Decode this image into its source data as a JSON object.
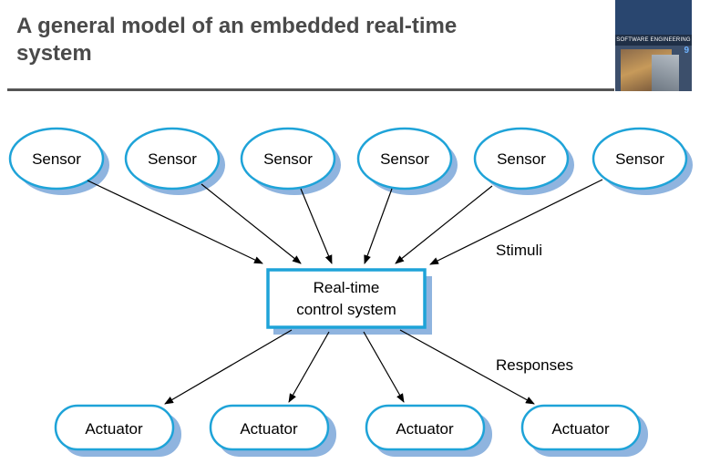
{
  "slide": {
    "title_line1": "A general model of an embedded real-time",
    "title_line2": "system",
    "cover": {
      "subtitle": "SOFTWARE ENGINEERING",
      "edition": "9"
    }
  },
  "diagram": {
    "sensors": [
      "Sensor",
      "Sensor",
      "Sensor",
      "Sensor",
      "Sensor",
      "Sensor"
    ],
    "controller": {
      "line1": "Real-time",
      "line2": "control system"
    },
    "actuators": [
      "Actuator",
      "Actuator",
      "Actuator",
      "Actuator"
    ],
    "stimuli_label": "Stimuli",
    "responses_label": "Responses",
    "colors": {
      "node_border": "#1ea3d8",
      "node_shadow": "#8fb4df",
      "edge": "#000000"
    }
  }
}
